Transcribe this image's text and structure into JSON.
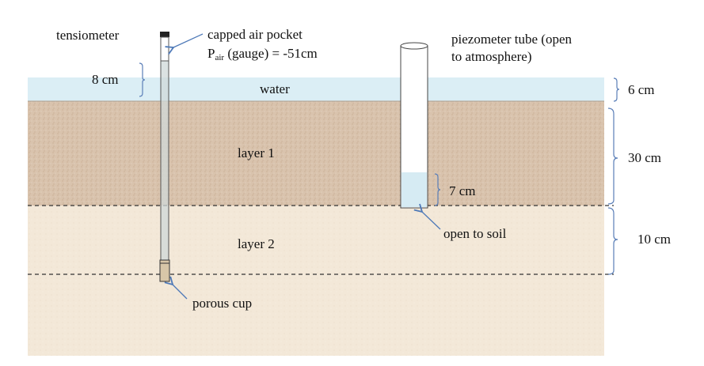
{
  "labels": {
    "tensiometer": "tensiometer",
    "capped_air_pocket": "capped air pocket",
    "p_air_symbol": "P",
    "p_air_subscript": "air",
    "p_air_rest": " (gauge) = -51cm",
    "piezometer_line1": "piezometer tube (open",
    "piezometer_line2": "to atmosphere)",
    "water": "water",
    "layer1": "layer 1",
    "layer2": "layer 2",
    "open_to_soil": "open to soil",
    "porous_cup": "porous cup"
  },
  "dimensions": {
    "tensiometer_above_water": "8 cm",
    "water_depth": "6 cm",
    "layer1_thickness": "30 cm",
    "layer2_thickness": "10 cm",
    "piezometer_water_level": "7 cm"
  },
  "colors": {
    "water": "#dbeef5",
    "layer1": "#d9c3ad",
    "layer2": "#f3e8d8",
    "bracket": "#5b7fb8",
    "arrow": "#4f7ab8",
    "tube_fill": "#ffffff",
    "tube_water": "#d6ebf3"
  }
}
